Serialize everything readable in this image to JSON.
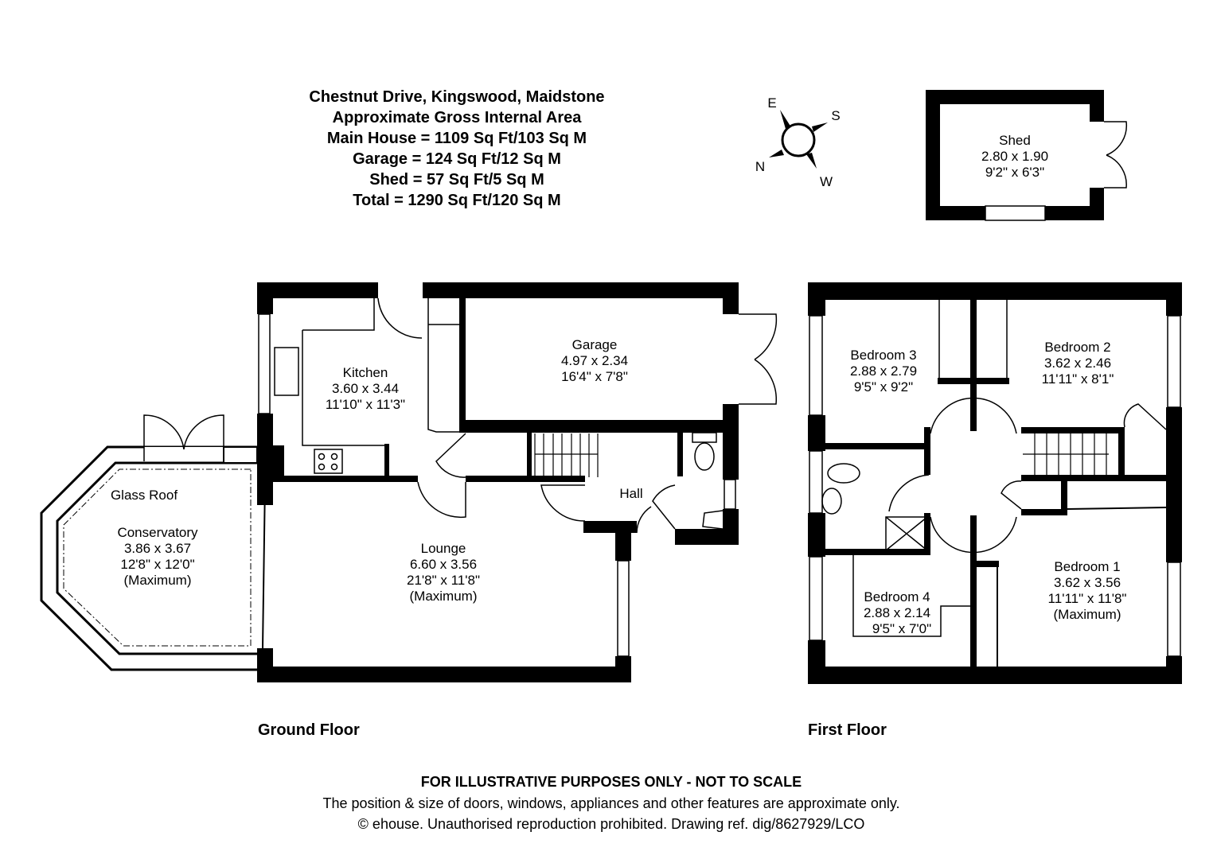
{
  "header": {
    "address": "Chestnut Drive, Kingswood, Maidstone",
    "subtitle": "Approximate Gross Internal Area",
    "main_house": "Main House = 1109 Sq Ft/103 Sq M",
    "garage": "Garage = 124 Sq Ft/12 Sq M",
    "shed": "Shed = 57 Sq Ft/5 Sq M",
    "total": "Total = 1290 Sq Ft/120 Sq M"
  },
  "compass": {
    "e": "E",
    "s": "S",
    "n": "N",
    "w": "W"
  },
  "shed": {
    "name": "Shed",
    "metric": "2.80 x 1.90",
    "imperial": "9'2\" x 6'3\""
  },
  "ground_floor": {
    "label": "Ground Floor",
    "rooms": {
      "kitchen": {
        "name": "Kitchen",
        "metric": "3.60 x 3.44",
        "imperial": "11'10\" x 11'3\""
      },
      "garage": {
        "name": "Garage",
        "metric": "4.97 x 2.34",
        "imperial": "16'4\" x 7'8\""
      },
      "hall": {
        "name": "Hall"
      },
      "lounge": {
        "name": "Lounge",
        "metric": "6.60 x 3.56",
        "imperial": "21'8\" x 11'8\"",
        "note": "(Maximum)"
      },
      "conservatory": {
        "name": "Conservatory",
        "metric": "3.86 x 3.67",
        "imperial": "12'8\" x 12'0\"",
        "note": "(Maximum)",
        "roof": "Glass Roof"
      }
    }
  },
  "first_floor": {
    "label": "First Floor",
    "rooms": {
      "bedroom3": {
        "name": "Bedroom 3",
        "metric": "2.88 x 2.79",
        "imperial": "9'5\" x 9'2\""
      },
      "bedroom2": {
        "name": "Bedroom 2",
        "metric": "3.62 x 2.46",
        "imperial": "11'11\" x 8'1\""
      },
      "bedroom4": {
        "name": "Bedroom 4",
        "metric": "2.88 x 2.14",
        "imperial": "9'5\" x 7'0\""
      },
      "bedroom1": {
        "name": "Bedroom 1",
        "metric": "3.62 x 3.56",
        "imperial": "11'11\" x 11'8\"",
        "note": "(Maximum)"
      }
    }
  },
  "footer": {
    "disclaimer": "FOR ILLUSTRATIVE PURPOSES ONLY - NOT TO SCALE",
    "note": "The position & size of doors, windows, appliances and other features are approximate only.",
    "copyright": "© ehouse. Unauthorised reproduction prohibited. Drawing ref. dig/8627929/LCO"
  }
}
